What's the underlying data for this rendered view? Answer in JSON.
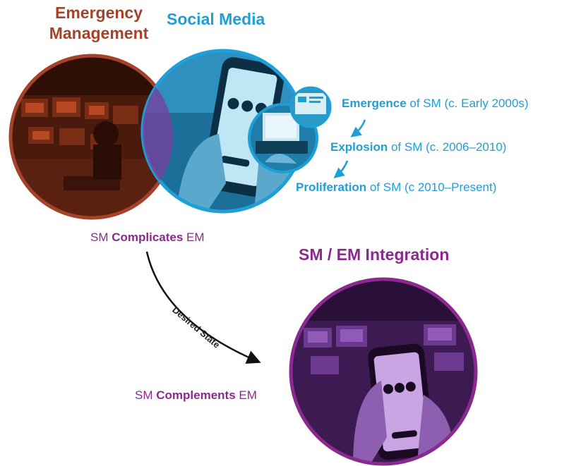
{
  "titles": {
    "emergency_management": [
      "Emergency",
      "Management"
    ],
    "social_media": "Social Media",
    "integration": "SM / EM Integration"
  },
  "stages": [
    {
      "bold": "Emergence",
      "rest": " of SM (c. Early 2000s)"
    },
    {
      "bold": "Explosion",
      "rest": " of SM (c. 2006–2010)"
    },
    {
      "bold": "Proliferation",
      "rest": " of SM (c 2010–Present)"
    }
  ],
  "relations": {
    "complicates": {
      "pre": "SM ",
      "bold": "Complicates",
      "post": " EM"
    },
    "complements": {
      "pre": "SM ",
      "bold": "Complements",
      "post": " EM"
    }
  },
  "transition_label": "Desired State",
  "colors": {
    "em": "#a5432a",
    "sm": "#1e9fd6",
    "integration": "#8b2a8e",
    "arrow": "#111111"
  },
  "icons": {
    "em_circle": "control-room-photo",
    "sm_circle": "smartphone-photo",
    "laptop_circle": "laptop-photo",
    "integration_circle": "control-room-with-smartphone-photo"
  }
}
